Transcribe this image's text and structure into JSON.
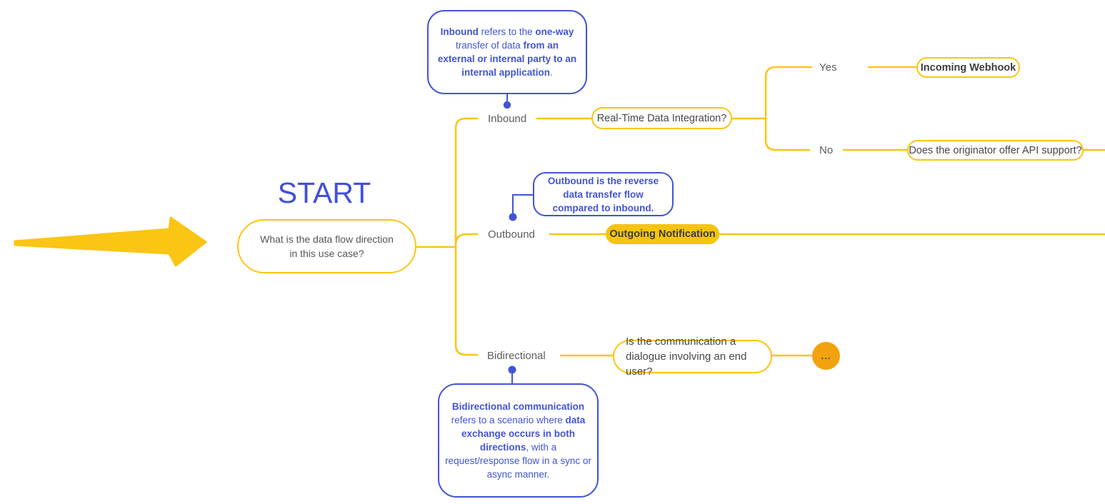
{
  "colors": {
    "yellow": "#FBC514",
    "yellow_fill": "#F5C411",
    "orange": "#F1A20D",
    "blue": "#4254D6",
    "label_gray": "#5C5C5C"
  },
  "start_label": "START",
  "root_question": "What is the data flow direction in this use case?",
  "branches": {
    "inbound": {
      "label": "Inbound",
      "question": "Real-Time Data Integration?",
      "yes_label": "Yes",
      "yes_result": "Incoming Webhook",
      "no_label": "No",
      "no_question": "Does the originator offer API support?"
    },
    "outbound": {
      "label": "Outbound",
      "result": "Outgoing Notification"
    },
    "bidirectional": {
      "label": "Bidirectional",
      "question": "Is the communication a dialogue involving an end user?",
      "more_label": "..."
    }
  },
  "callouts": {
    "inbound": [
      {
        "t": "Inbound",
        "b": true
      },
      {
        "t": " refers to the ",
        "b": false
      },
      {
        "t": "one-way",
        "b": true
      },
      {
        "t": " transfer of data ",
        "b": false
      },
      {
        "t": "from an external or internal party to an internal application",
        "b": true
      },
      {
        "t": ".",
        "b": false
      }
    ],
    "outbound": [
      {
        "t": "Outbound is the reverse data transfer flow compared to inbound.",
        "b": true
      }
    ],
    "bidirectional": [
      {
        "t": "Bidirectional communication",
        "b": true
      },
      {
        "t": " refers to a scenario where ",
        "b": false
      },
      {
        "t": "data exchange occurs in both directions",
        "b": true
      },
      {
        "t": ", with a request/response flow in a sync or async manner.",
        "b": false
      }
    ]
  }
}
